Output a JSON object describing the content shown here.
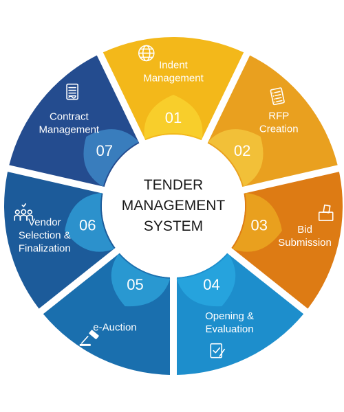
{
  "center": {
    "lines": [
      "TENDER",
      "MANAGEMENT",
      "SYSTEM"
    ]
  },
  "steps": [
    {
      "number": "01",
      "lines": [
        "Indent",
        "Management"
      ],
      "icon": "globe-icon",
      "color": "#f3b81a",
      "inner_color": "#f8cf2c"
    },
    {
      "number": "02",
      "lines": [
        "RFP",
        "Creation"
      ],
      "icon": "document-list-icon",
      "color": "#e9a01f",
      "inner_color": "#f2c23a"
    },
    {
      "number": "03",
      "lines": [
        "Bid",
        "Submission"
      ],
      "icon": "ballot-box-icon",
      "color": "#dd7b14",
      "inner_color": "#e9a21f"
    },
    {
      "number": "04",
      "lines": [
        "Opening &",
        "Evaluation"
      ],
      "icon": "checklist-icon",
      "color": "#1d8ecc",
      "inner_color": "#27a4dd"
    },
    {
      "number": "05",
      "lines": [
        "e-Auction"
      ],
      "icon": "gavel-icon",
      "color": "#1a6fae",
      "inner_color": "#2a9ad3"
    },
    {
      "number": "06",
      "lines": [
        "Vendor",
        "Selection &",
        "Finalization"
      ],
      "icon": "people-check-icon",
      "color": "#1c5b9a",
      "inner_color": "#2d95cf"
    },
    {
      "number": "07",
      "lines": [
        "Contract",
        "Management"
      ],
      "icon": "contract-icon",
      "color": "#244c8f",
      "inner_color": "#3b7fc0"
    }
  ]
}
